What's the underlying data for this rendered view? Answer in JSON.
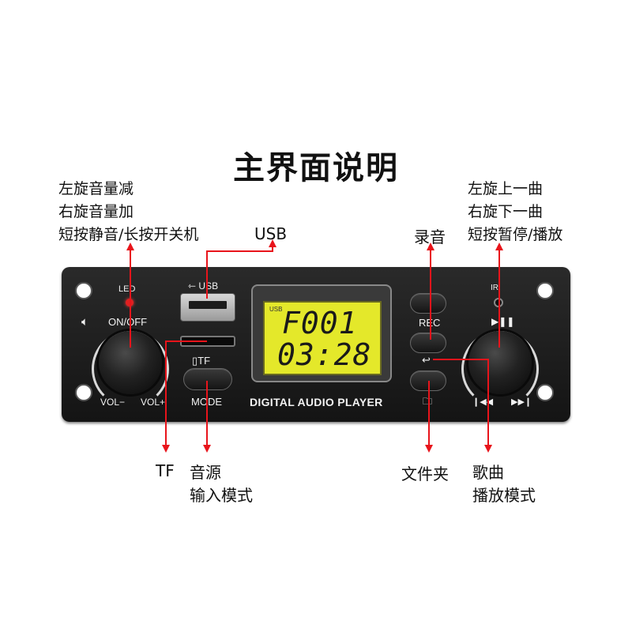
{
  "title": "主界面说明",
  "annotations": {
    "left_knob": [
      "左旋音量减",
      "右旋音量加",
      "短按静音/长按开关机"
    ],
    "right_knob": [
      "左旋上一曲",
      "右旋下一曲",
      "短按暂停/播放"
    ],
    "usb": "USB",
    "record": "录音",
    "tf": "TF",
    "mode": [
      "音源",
      "输入模式"
    ],
    "folder": "文件夹",
    "play_mode": [
      "歌曲",
      "播放模式"
    ]
  },
  "panel": {
    "led": "LED",
    "onoff": "ON/OFF",
    "vol_minus": "VOL−",
    "vol_plus": "VOL+",
    "usb": "USB",
    "tf": "TF",
    "mode": "MODE",
    "rec": "REC",
    "product": "DIGITAL AUDIO PLAYER",
    "lcd_small": "USB",
    "lcd_line1": "F001",
    "lcd_line2": "03:28"
  },
  "colors": {
    "arrow": "#e8141b",
    "lcd": "#e4e82a",
    "panel": "#1a1a1a",
    "led": "#e02020"
  }
}
